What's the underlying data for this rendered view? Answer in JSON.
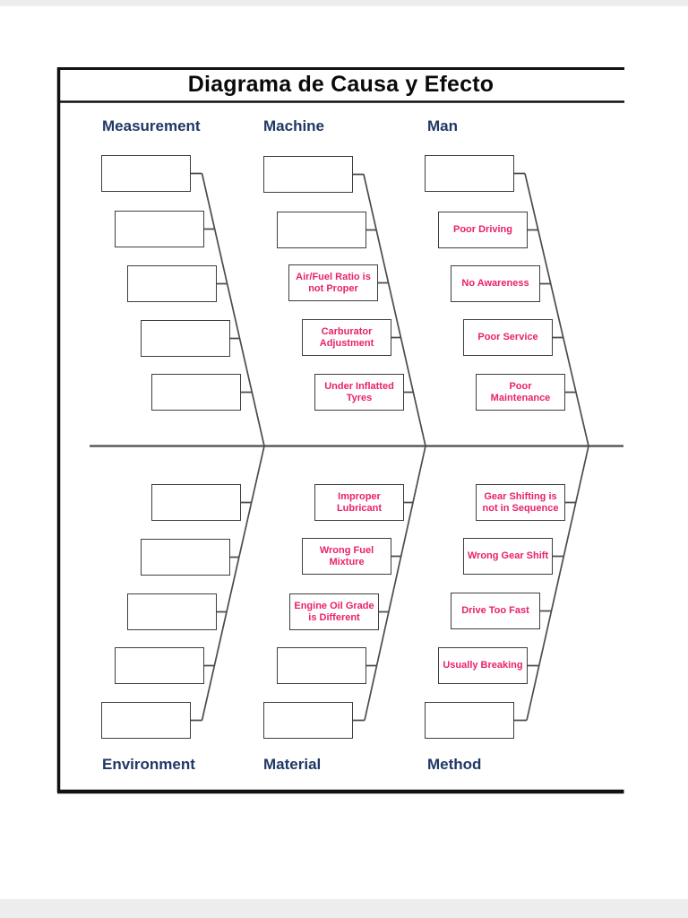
{
  "page": {
    "title": "Diagrama de Causa y Efecto"
  },
  "colors": {
    "branch_label": "#1F3864",
    "cause_text": "#E9216B",
    "connector_line": "#4c4c4c",
    "frame": "#111111"
  },
  "branches": [
    {
      "label": "Measurement",
      "position": "top-left",
      "causes": [
        "",
        "",
        "",
        "",
        ""
      ]
    },
    {
      "label": "Machine",
      "position": "top-center",
      "causes": [
        "",
        "",
        "Air/Fuel Ratio is not Proper",
        "Carburator Adjustment",
        "Under Inflatted Tyres"
      ]
    },
    {
      "label": "Man",
      "position": "top-right",
      "causes": [
        "",
        "Poor Driving",
        "No Awareness",
        "Poor Service",
        "Poor Maintenance"
      ]
    },
    {
      "label": "Environment",
      "position": "bottom-left",
      "causes": [
        "",
        "",
        "",
        "",
        ""
      ]
    },
    {
      "label": "Material",
      "position": "bottom-center",
      "causes": [
        "Improper Lubricant",
        "Wrong Fuel Mixture",
        "Engine Oil Grade is Different",
        "",
        ""
      ]
    },
    {
      "label": "Method",
      "position": "bottom-right",
      "causes": [
        "Gear Shifting is not in Sequence",
        "Wrong Gear Shift",
        "Drive Too Fast",
        "Usually Breaking",
        ""
      ]
    }
  ]
}
